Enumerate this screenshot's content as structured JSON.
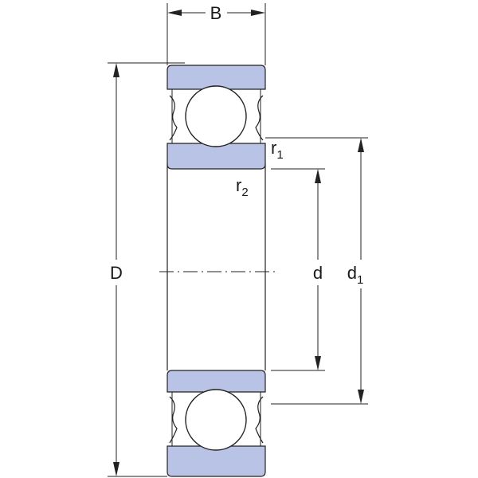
{
  "labels": {
    "B": "B",
    "D": "D",
    "d": "d",
    "d1_main": "d",
    "d1_sub": "1",
    "r1_main": "r",
    "r1_sub": "1",
    "r2_main": "r",
    "r2_sub": "2"
  },
  "colors": {
    "ring_fill": "#b9c3e6",
    "line": "#222222",
    "background": "#ffffff"
  }
}
